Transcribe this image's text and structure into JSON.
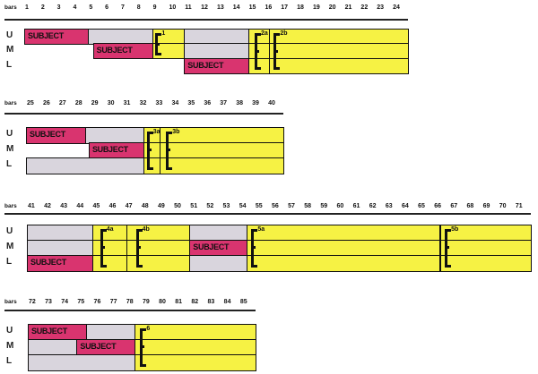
{
  "bars_label": "bars",
  "row_labels": [
    "U",
    "M",
    "L"
  ],
  "subject_label": "SUBJECT",
  "colors": {
    "subject": "#d9346f",
    "gray": "#d9d5dd",
    "yellow": "#f6f244"
  },
  "sections": [
    {
      "start": 1,
      "end": 24,
      "bars": [
        "1",
        "2",
        "3",
        "4",
        "5",
        "6",
        "7",
        "8",
        "9",
        "10",
        "11",
        "12",
        "13",
        "14",
        "15",
        "16",
        "17",
        "18",
        "19",
        "20",
        "21",
        "22",
        "23",
        "24"
      ],
      "segments": [
        {
          "row": 0,
          "from": 1,
          "to": 5,
          "type": "subject"
        },
        {
          "row": 0,
          "from": 5,
          "to": 9,
          "type": "gray"
        },
        {
          "row": 0,
          "from": 9,
          "to": 11,
          "type": "yellow"
        },
        {
          "row": 0,
          "from": 11,
          "to": 15,
          "type": "gray"
        },
        {
          "row": 0,
          "from": 15,
          "to": 16.3,
          "type": "yellow"
        },
        {
          "row": 0,
          "from": 16.3,
          "to": 25,
          "type": "yellow"
        },
        {
          "row": 1,
          "from": 5.3,
          "to": 9,
          "type": "subject"
        },
        {
          "row": 1,
          "from": 9,
          "to": 11,
          "type": "yellow"
        },
        {
          "row": 1,
          "from": 11,
          "to": 15,
          "type": "gray"
        },
        {
          "row": 1,
          "from": 15,
          "to": 16.3,
          "type": "yellow"
        },
        {
          "row": 1,
          "from": 16.3,
          "to": 25,
          "type": "yellow"
        },
        {
          "row": 2,
          "from": 11,
          "to": 15,
          "type": "subject"
        },
        {
          "row": 2,
          "from": 15,
          "to": 16.3,
          "type": "yellow"
        },
        {
          "row": 2,
          "from": 16.3,
          "to": 25,
          "type": "yellow"
        }
      ],
      "brackets": [
        {
          "at": 9.1,
          "rows": [
            0,
            1
          ],
          "label": "1"
        },
        {
          "at": 15.3,
          "rows": [
            0,
            2
          ],
          "label": "2a"
        },
        {
          "at": 16.5,
          "rows": [
            0,
            2
          ],
          "label": "2b"
        }
      ]
    },
    {
      "start": 25,
      "end": 40,
      "bars": [
        "25",
        "26",
        "27",
        "28",
        "29",
        "30",
        "31",
        "32",
        "33",
        "34",
        "35",
        "36",
        "37",
        "38",
        "39",
        "40"
      ],
      "segments": [
        {
          "row": 0,
          "from": 25,
          "to": 28.67,
          "type": "subject"
        },
        {
          "row": 0,
          "from": 28.67,
          "to": 32.3,
          "type": "gray"
        },
        {
          "row": 0,
          "from": 32.3,
          "to": 33.3,
          "type": "yellow"
        },
        {
          "row": 0,
          "from": 33.3,
          "to": 41,
          "type": "yellow"
        },
        {
          "row": 1,
          "from": 28.9,
          "to": 32.3,
          "type": "subject"
        },
        {
          "row": 1,
          "from": 32.3,
          "to": 33.3,
          "type": "yellow"
        },
        {
          "row": 1,
          "from": 33.3,
          "to": 41,
          "type": "yellow"
        },
        {
          "row": 2,
          "from": 25,
          "to": 32.3,
          "type": "gray"
        },
        {
          "row": 2,
          "from": 32.3,
          "to": 33.3,
          "type": "yellow"
        },
        {
          "row": 2,
          "from": 33.3,
          "to": 41,
          "type": "yellow"
        }
      ],
      "brackets": [
        {
          "at": 32.4,
          "rows": [
            0,
            2
          ],
          "label": "3a"
        },
        {
          "at": 33.6,
          "rows": [
            0,
            2
          ],
          "label": "3b"
        }
      ]
    },
    {
      "start": 41,
      "end": 71,
      "bars": [
        "41",
        "42",
        "43",
        "44",
        "45",
        "46",
        "47",
        "48",
        "49",
        "50",
        "51",
        "52",
        "53",
        "54",
        "55",
        "56",
        "57",
        "58",
        "59",
        "60",
        "61",
        "62",
        "63",
        "64",
        "65",
        "66",
        "67",
        "68",
        "69",
        "70",
        "71"
      ],
      "segments": [
        {
          "row": 0,
          "from": 41,
          "to": 45,
          "type": "gray"
        },
        {
          "row": 0,
          "from": 45,
          "to": 47.1,
          "type": "yellow"
        },
        {
          "row": 0,
          "from": 47.1,
          "to": 51,
          "type": "yellow"
        },
        {
          "row": 0,
          "from": 51,
          "to": 54.5,
          "type": "gray"
        },
        {
          "row": 0,
          "from": 54.5,
          "to": 66.4,
          "type": "yellow"
        },
        {
          "row": 0,
          "from": 66.4,
          "to": 72,
          "type": "yellow"
        },
        {
          "row": 1,
          "from": 41,
          "to": 45,
          "type": "gray"
        },
        {
          "row": 1,
          "from": 45,
          "to": 47.1,
          "type": "yellow"
        },
        {
          "row": 1,
          "from": 47.1,
          "to": 51,
          "type": "yellow"
        },
        {
          "row": 1,
          "from": 51,
          "to": 54.5,
          "type": "subject"
        },
        {
          "row": 1,
          "from": 54.5,
          "to": 66.4,
          "type": "yellow"
        },
        {
          "row": 1,
          "from": 66.4,
          "to": 72,
          "type": "yellow"
        },
        {
          "row": 2,
          "from": 41,
          "to": 45,
          "type": "subject"
        },
        {
          "row": 2,
          "from": 45,
          "to": 47.1,
          "type": "yellow"
        },
        {
          "row": 2,
          "from": 47.1,
          "to": 51,
          "type": "yellow"
        },
        {
          "row": 2,
          "from": 51,
          "to": 54.5,
          "type": "gray"
        },
        {
          "row": 2,
          "from": 54.5,
          "to": 66.4,
          "type": "yellow"
        },
        {
          "row": 2,
          "from": 66.4,
          "to": 72,
          "type": "yellow"
        }
      ],
      "brackets": [
        {
          "at": 45.4,
          "rows": [
            0,
            2
          ],
          "label": "4a"
        },
        {
          "at": 47.6,
          "rows": [
            0,
            2
          ],
          "label": "4b"
        },
        {
          "at": 54.7,
          "rows": [
            0,
            2
          ],
          "label": "5a"
        },
        {
          "at": 66.6,
          "rows": [
            0,
            2
          ],
          "label": "5b"
        }
      ]
    },
    {
      "start": 72,
      "end": 85,
      "bars": [
        "72",
        "73",
        "74",
        "75",
        "76",
        "77",
        "78",
        "79",
        "80",
        "81",
        "82",
        "83",
        "84",
        "85"
      ],
      "segments": [
        {
          "row": 0,
          "from": 72,
          "to": 75.6,
          "type": "subject"
        },
        {
          "row": 0,
          "from": 75.6,
          "to": 78.54,
          "type": "gray"
        },
        {
          "row": 0,
          "from": 78.54,
          "to": 86,
          "type": "yellow"
        },
        {
          "row": 1,
          "from": 72,
          "to": 75,
          "type": "gray"
        },
        {
          "row": 1,
          "from": 75,
          "to": 78.54,
          "type": "subject"
        },
        {
          "row": 1,
          "from": 78.54,
          "to": 86,
          "type": "yellow"
        },
        {
          "row": 2,
          "from": 72,
          "to": 78.54,
          "type": "gray"
        },
        {
          "row": 2,
          "from": 78.54,
          "to": 86,
          "type": "yellow"
        }
      ],
      "brackets": [
        {
          "at": 78.8,
          "rows": [
            0,
            2
          ],
          "label": "6"
        }
      ]
    }
  ]
}
